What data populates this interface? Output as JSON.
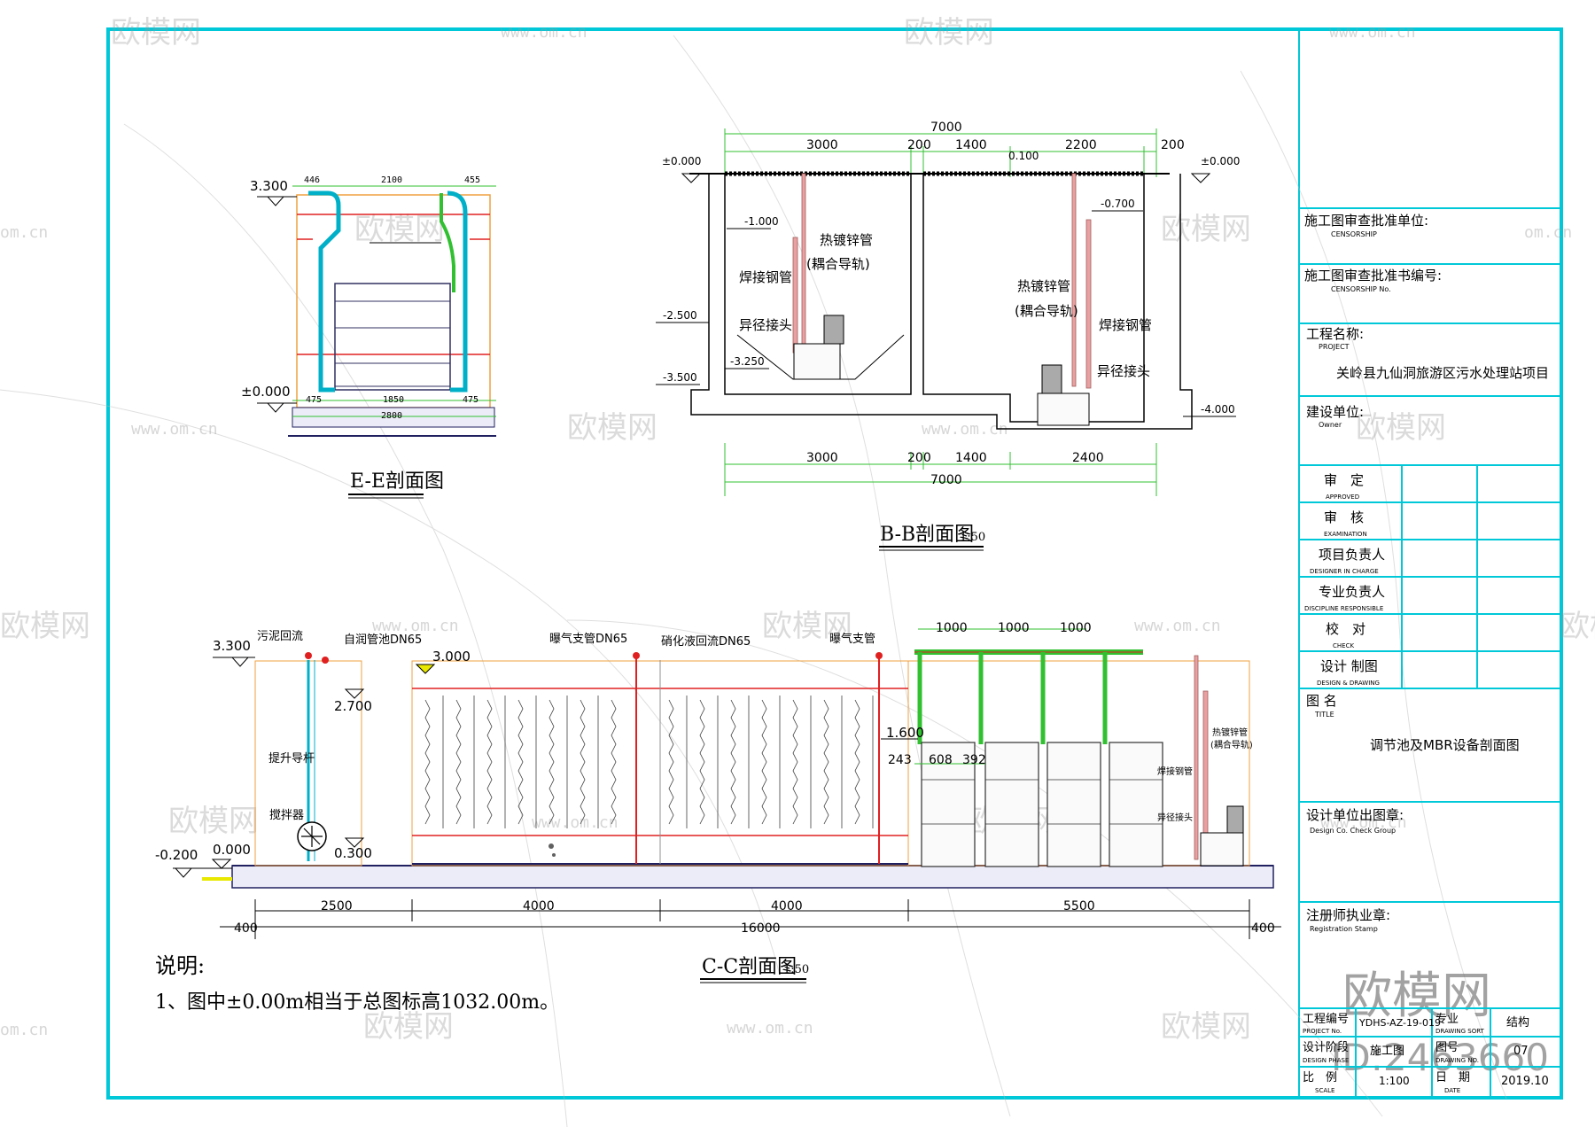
{
  "colors": {
    "frame": "#00c8d8",
    "dim": "#00a000",
    "pipe_red": "#e02020",
    "pipe_cyan": "#00b0c8",
    "pipe_green": "#30c030",
    "orange": "#f0a040",
    "navy": "#202060",
    "yellow": "#e8e800",
    "text": "#000000"
  },
  "watermark": {
    "brand": "欧模网",
    "url": "www.om.cn",
    "url_short": "om.cn",
    "id": "ID:2463660"
  },
  "ee_section": {
    "title": "E-E剖面图",
    "elev_top": "3.300",
    "elev_base": "±0.000",
    "dim_top": [
      "446",
      "2100",
      "455"
    ],
    "dim_bottom_small": [
      "475",
      "1850",
      "475"
    ],
    "dim_bottom_total": "2800"
  },
  "bb_section": {
    "title": "B-B剖面图",
    "scale": "1:50",
    "total_top": "7000",
    "total_bottom": "7000",
    "dims_top": [
      "3000",
      "200",
      "1400",
      "2200",
      "200"
    ],
    "dims_bottom": [
      "3000",
      "200",
      "1400",
      "2400"
    ],
    "elev_left": "±0.000",
    "elev_right": "±0.000",
    "elev_top_mid": "0.100",
    "elevations": [
      "-1.000",
      "-2.500",
      "-3.250",
      "-3.500",
      "-0.700",
      "-4.000"
    ],
    "labels_left": [
      "热镀锌管",
      "(耦合导轨)",
      "焊接钢管",
      "异径接头"
    ],
    "labels_right": [
      "热镀锌管",
      "(耦合导轨)",
      "焊接钢管",
      "异径接头"
    ]
  },
  "cc_section": {
    "title": "C-C剖面图",
    "scale": "1:50",
    "labels": [
      "污泥回流",
      "自润管池DN65",
      "曝气支管DN65",
      "硝化液回流DN65",
      "曝气支管",
      "提升导杆",
      "搅拌器",
      "焊接钢管",
      "异径接头",
      "热镀锌管",
      "(耦合导轨)"
    ],
    "elevations": [
      "3.300",
      "3.000",
      "2.700",
      "1.600",
      "0.300",
      "0.000",
      "-0.200"
    ],
    "top_dims": [
      "1000",
      "1000",
      "1000"
    ],
    "membrane_dims": [
      "243",
      "608",
      "392"
    ],
    "dims_bottom": [
      "2500",
      "4000",
      "4000",
      "5500"
    ],
    "dim_end_left": "400",
    "dim_end_right": "400",
    "dim_total": "16000"
  },
  "notes": {
    "heading": "说明:",
    "line1": "1、图中±0.00m相当于总图标高1032.00m。"
  },
  "title_block": {
    "censorship_unit": "施工图审查批准单位:",
    "censorship_unit_en": "CENSORSHIP",
    "censorship_no": "施工图审查批准书编号:",
    "censorship_no_en": "CENSORSHIP No.",
    "project_label": "工程名称:",
    "project_label_en": "PROJECT",
    "project_name": "关岭县九仙洞旅游区污水处理站项目",
    "owner_label": "建设单位:",
    "owner_label_en": "Owner",
    "roles": [
      {
        "cn": "审　定",
        "en": "APPROVED"
      },
      {
        "cn": "审　核",
        "en": "EXAMINATION"
      },
      {
        "cn": "项目负责人",
        "en": "DESIGNER IN CHARGE"
      },
      {
        "cn": "专业负责人",
        "en": "DISCIPLINE RESPONSIBLE"
      },
      {
        "cn": "校　对",
        "en": "CHECK"
      },
      {
        "cn": "设计 制图",
        "en": "DESIGN & DRAWING"
      }
    ],
    "title_label": "图 名",
    "title_label_en": "TITLE",
    "drawing_title": "调节池及MBR设备剖面图",
    "design_unit": "设计单位出图章:",
    "design_unit_en": "Design Co. Check Group",
    "stamp": "注册师执业章:",
    "stamp_en": "Registration Stamp",
    "project_no_label": "工程编号",
    "project_no_en": "PROJECT No.",
    "project_no": "YDHS-AZ-19-019",
    "sort_label": "专业",
    "sort_en": "DRAWING SORT",
    "sort_value": "结构",
    "phase_label": "设计阶段",
    "phase_en": "DESIGN PHASE",
    "phase_value": "施工图",
    "drawing_no_label": "图号",
    "drawing_no_en": "DRAWING NO.",
    "drawing_no": "07",
    "scale_label": "比　例",
    "scale_en": "SCALE",
    "scale_value": "1:100",
    "date_label": "日　期",
    "date_en": "DATE",
    "date_value": "2019.10"
  }
}
